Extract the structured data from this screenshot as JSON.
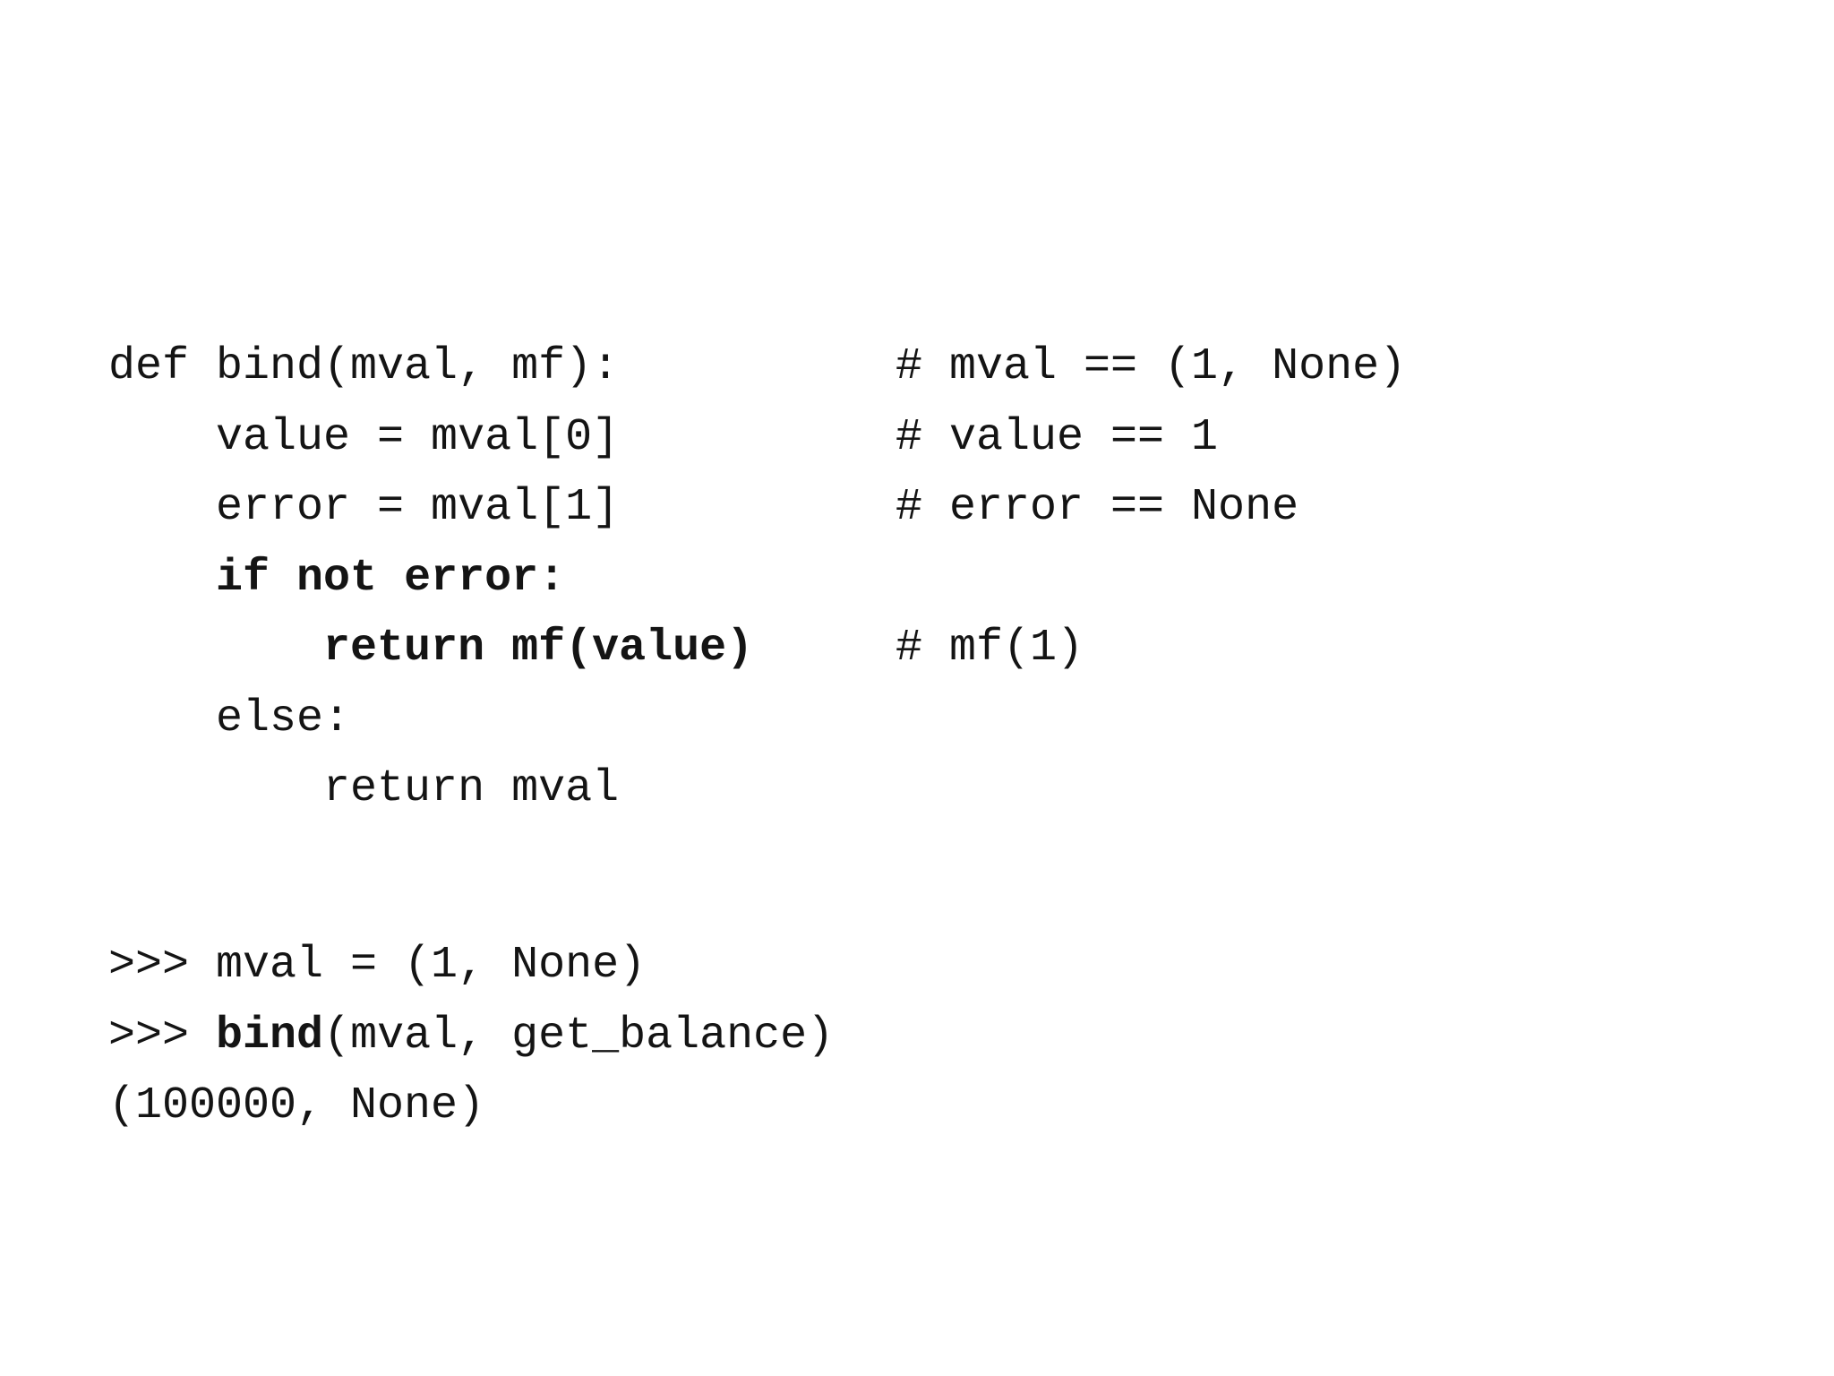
{
  "colors": {
    "background": "#ffffff",
    "text": "#141414"
  },
  "code": {
    "lines": [
      {
        "segments": [
          {
            "text": "def bind(mval, mf):",
            "bold": false
          }
        ],
        "comment": "# mval == (1, None)"
      },
      {
        "segments": [
          {
            "text": "    value = mval[0]",
            "bold": false
          }
        ],
        "comment": "# value == 1"
      },
      {
        "segments": [
          {
            "text": "    error = mval[1]",
            "bold": false
          }
        ],
        "comment": "# error == None"
      },
      {
        "segments": [
          {
            "text": "    ",
            "bold": false
          },
          {
            "text": "if not error:",
            "bold": true
          }
        ],
        "comment": null
      },
      {
        "segments": [
          {
            "text": "        ",
            "bold": false
          },
          {
            "text": "return mf(value)",
            "bold": true
          }
        ],
        "comment": "# mf(1)"
      },
      {
        "segments": [
          {
            "text": "    else:",
            "bold": false
          }
        ],
        "comment": null
      },
      {
        "segments": [
          {
            "text": "        return mval",
            "bold": false
          }
        ],
        "comment": null
      }
    ]
  },
  "repl": {
    "lines": [
      {
        "segments": [
          {
            "text": ">>> mval = (1, None)",
            "bold": false
          }
        ]
      },
      {
        "segments": [
          {
            "text": ">>> ",
            "bold": false
          },
          {
            "text": "bind",
            "bold": true
          },
          {
            "text": "(mval, get_balance)",
            "bold": false
          }
        ]
      },
      {
        "segments": [
          {
            "text": "(100000, None)",
            "bold": false
          }
        ]
      }
    ]
  }
}
